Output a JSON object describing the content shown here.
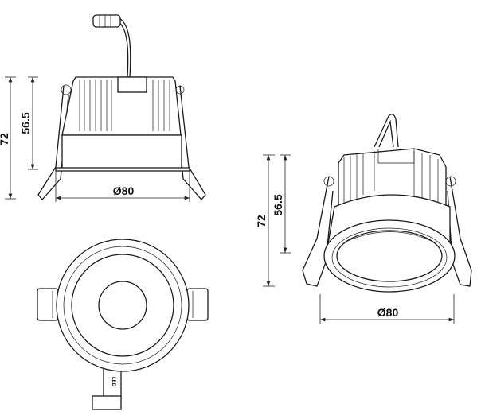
{
  "side_view": {
    "height_total": "72",
    "height_body": "56.5",
    "diameter": "Ø80"
  },
  "perspective_view": {
    "height_total": "72",
    "height_body": "56.5",
    "diameter": "Ø80"
  },
  "bottom_view": {
    "connector_label": "LED"
  },
  "colors": {
    "line": "#1a1a1a",
    "background": "#ffffff"
  }
}
